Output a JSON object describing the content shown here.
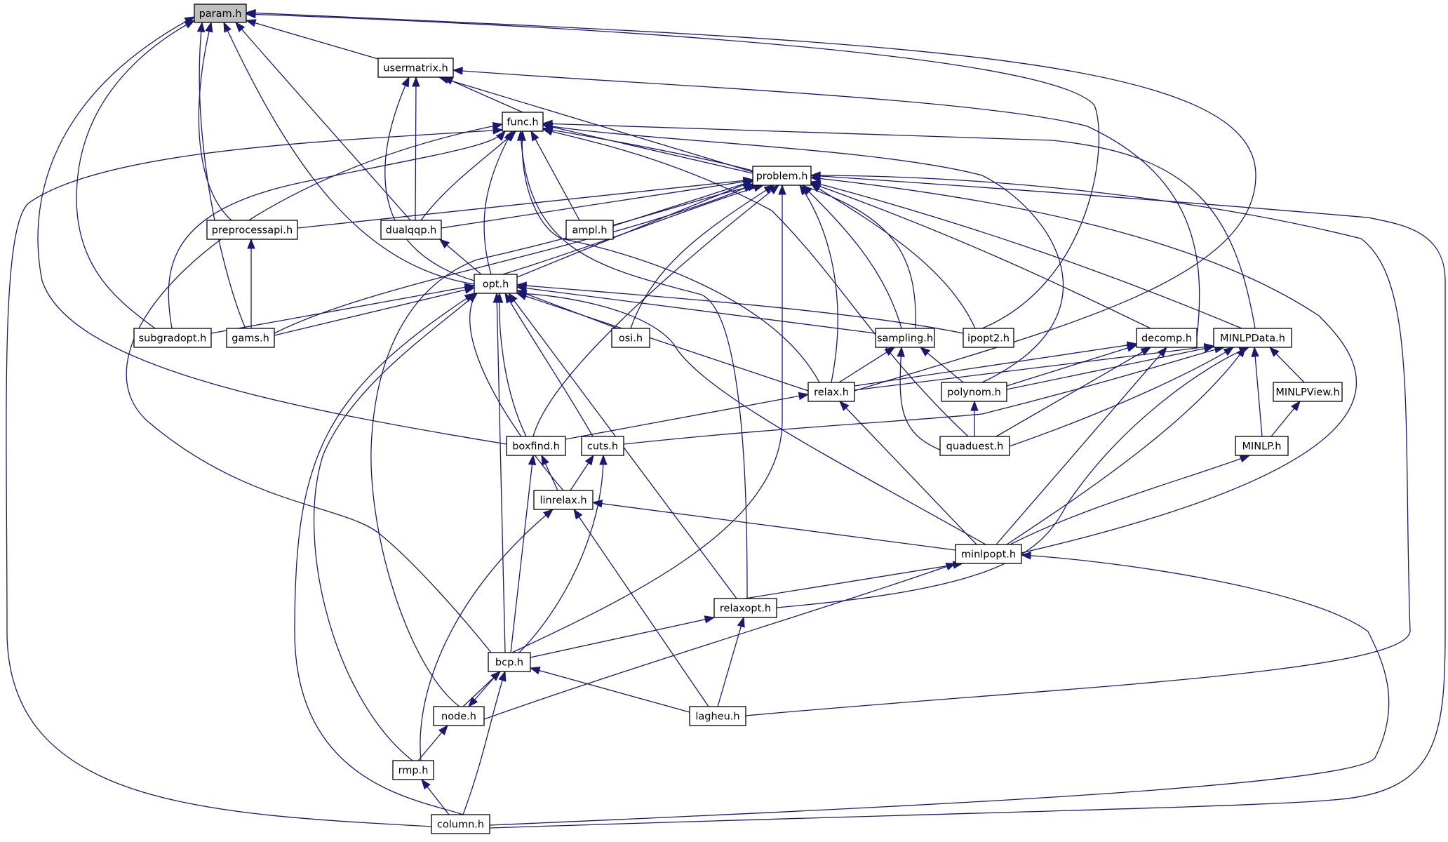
{
  "graph": {
    "edge_color": "#191970",
    "root_fill": "#bfbfbf",
    "node_fill": "#ffffff",
    "nodes": [
      {
        "id": "param",
        "label": "param.h",
        "root": true
      },
      {
        "id": "usermatrix",
        "label": "usermatrix.h"
      },
      {
        "id": "func",
        "label": "func.h"
      },
      {
        "id": "problem",
        "label": "problem.h"
      },
      {
        "id": "preprocessapi",
        "label": "preprocessapi.h"
      },
      {
        "id": "dualqqp",
        "label": "dualqqp.h"
      },
      {
        "id": "ampl",
        "label": "ampl.h"
      },
      {
        "id": "opt",
        "label": "opt.h"
      },
      {
        "id": "subgradopt",
        "label": "subgradopt.h"
      },
      {
        "id": "gams",
        "label": "gams.h"
      },
      {
        "id": "osi",
        "label": "osi.h"
      },
      {
        "id": "sampling",
        "label": "sampling.h"
      },
      {
        "id": "ipopt2",
        "label": "ipopt2.h"
      },
      {
        "id": "decomp",
        "label": "decomp.h"
      },
      {
        "id": "minlpdata",
        "label": "MINLPData.h"
      },
      {
        "id": "relax",
        "label": "relax.h"
      },
      {
        "id": "polynom",
        "label": "polynom.h"
      },
      {
        "id": "minlpview",
        "label": "MINLPView.h"
      },
      {
        "id": "boxfind",
        "label": "boxfind.h"
      },
      {
        "id": "cuts",
        "label": "cuts.h"
      },
      {
        "id": "quaduest",
        "label": "quaduest.h"
      },
      {
        "id": "minlp",
        "label": "MINLP.h"
      },
      {
        "id": "linrelax",
        "label": "linrelax.h"
      },
      {
        "id": "minlpopt",
        "label": "minlpopt.h"
      },
      {
        "id": "relaxopt",
        "label": "relaxopt.h"
      },
      {
        "id": "bcp",
        "label": "bcp.h"
      },
      {
        "id": "node",
        "label": "node.h"
      },
      {
        "id": "lagheu",
        "label": "lagheu.h"
      },
      {
        "id": "rmp",
        "label": "rmp.h"
      },
      {
        "id": "column",
        "label": "column.h"
      }
    ],
    "edges": [
      {
        "from": "usermatrix",
        "to": "param"
      },
      {
        "from": "subgradopt",
        "to": "param"
      },
      {
        "from": "gams",
        "to": "param"
      },
      {
        "from": "preprocessapi",
        "to": "param"
      },
      {
        "from": "opt",
        "to": "param"
      },
      {
        "from": "dualqqp",
        "to": "param"
      },
      {
        "from": "boxfind",
        "to": "param"
      },
      {
        "from": "ipopt2",
        "to": "param"
      },
      {
        "from": "relax",
        "to": "param"
      },
      {
        "from": "func",
        "to": "usermatrix"
      },
      {
        "from": "opt",
        "to": "usermatrix"
      },
      {
        "from": "dualqqp",
        "to": "usermatrix"
      },
      {
        "from": "problem",
        "to": "usermatrix"
      },
      {
        "from": "decomp",
        "to": "usermatrix"
      },
      {
        "from": "problem",
        "to": "func"
      },
      {
        "from": "dualqqp",
        "to": "func"
      },
      {
        "from": "ampl",
        "to": "func"
      },
      {
        "from": "opt",
        "to": "func"
      },
      {
        "from": "subgradopt",
        "to": "func"
      },
      {
        "from": "sampling",
        "to": "func"
      },
      {
        "from": "relax",
        "to": "func"
      },
      {
        "from": "relaxopt",
        "to": "func"
      },
      {
        "from": "polynom",
        "to": "func"
      },
      {
        "from": "quaduest",
        "to": "func"
      },
      {
        "from": "minlpdata",
        "to": "func"
      },
      {
        "from": "bcp",
        "to": "func"
      },
      {
        "from": "column",
        "to": "func"
      },
      {
        "from": "preprocessapi",
        "to": "problem"
      },
      {
        "from": "dualqqp",
        "to": "problem"
      },
      {
        "from": "ampl",
        "to": "problem"
      },
      {
        "from": "opt",
        "to": "problem"
      },
      {
        "from": "gams",
        "to": "problem"
      },
      {
        "from": "osi",
        "to": "problem"
      },
      {
        "from": "sampling",
        "to": "problem"
      },
      {
        "from": "ipopt2",
        "to": "problem"
      },
      {
        "from": "decomp",
        "to": "problem"
      },
      {
        "from": "minlpdata",
        "to": "problem"
      },
      {
        "from": "relax",
        "to": "problem"
      },
      {
        "from": "boxfind",
        "to": "problem"
      },
      {
        "from": "linrelax",
        "to": "problem"
      },
      {
        "from": "bcp",
        "to": "problem"
      },
      {
        "from": "node",
        "to": "problem"
      },
      {
        "from": "minlpopt",
        "to": "problem"
      },
      {
        "from": "lagheu",
        "to": "problem"
      },
      {
        "from": "column",
        "to": "problem"
      },
      {
        "from": "gams",
        "to": "preprocessapi"
      },
      {
        "from": "opt",
        "to": "dualqqp"
      },
      {
        "from": "subgradopt",
        "to": "opt"
      },
      {
        "from": "gams",
        "to": "opt"
      },
      {
        "from": "osi",
        "to": "opt"
      },
      {
        "from": "sampling",
        "to": "opt"
      },
      {
        "from": "ipopt2",
        "to": "opt"
      },
      {
        "from": "relax",
        "to": "opt"
      },
      {
        "from": "boxfind",
        "to": "opt"
      },
      {
        "from": "cuts",
        "to": "opt"
      },
      {
        "from": "bcp",
        "to": "opt"
      },
      {
        "from": "relaxopt",
        "to": "opt"
      },
      {
        "from": "minlpopt",
        "to": "opt"
      },
      {
        "from": "rmp",
        "to": "opt"
      },
      {
        "from": "column",
        "to": "opt"
      },
      {
        "from": "relax",
        "to": "sampling"
      },
      {
        "from": "polynom",
        "to": "sampling"
      },
      {
        "from": "quaduest",
        "to": "sampling"
      },
      {
        "from": "relax",
        "to": "decomp"
      },
      {
        "from": "polynom",
        "to": "decomp"
      },
      {
        "from": "quaduest",
        "to": "decomp"
      },
      {
        "from": "minlpopt",
        "to": "decomp"
      },
      {
        "from": "relax",
        "to": "minlpdata"
      },
      {
        "from": "polynom",
        "to": "minlpdata"
      },
      {
        "from": "quaduest",
        "to": "minlpdata"
      },
      {
        "from": "cuts",
        "to": "minlpdata"
      },
      {
        "from": "minlpview",
        "to": "minlpdata"
      },
      {
        "from": "minlp",
        "to": "minlpdata"
      },
      {
        "from": "minlpopt",
        "to": "minlpdata"
      },
      {
        "from": "relaxopt",
        "to": "minlpdata"
      },
      {
        "from": "quaduest",
        "to": "polynom"
      },
      {
        "from": "minlp",
        "to": "minlpview"
      },
      {
        "from": "boxfind",
        "to": "relax"
      },
      {
        "from": "minlpopt",
        "to": "relax"
      },
      {
        "from": "linrelax",
        "to": "boxfind"
      },
      {
        "from": "bcp",
        "to": "boxfind"
      },
      {
        "from": "linrelax",
        "to": "cuts"
      },
      {
        "from": "bcp",
        "to": "cuts"
      },
      {
        "from": "minlpopt",
        "to": "minlp"
      },
      {
        "from": "minlpopt",
        "to": "linrelax"
      },
      {
        "from": "rmp",
        "to": "linrelax"
      },
      {
        "from": "lagheu",
        "to": "linrelax"
      },
      {
        "from": "relaxopt",
        "to": "minlpopt"
      },
      {
        "from": "node",
        "to": "minlpopt"
      },
      {
        "from": "column",
        "to": "minlpopt"
      },
      {
        "from": "bcp",
        "to": "relaxopt"
      },
      {
        "from": "lagheu",
        "to": "relaxopt"
      },
      {
        "from": "node",
        "to": "bcp"
      },
      {
        "from": "lagheu",
        "to": "bcp"
      },
      {
        "from": "column",
        "to": "bcp"
      },
      {
        "from": "bcp",
        "to": "node"
      },
      {
        "from": "rmp",
        "to": "node"
      },
      {
        "from": "column",
        "to": "rmp"
      }
    ]
  }
}
